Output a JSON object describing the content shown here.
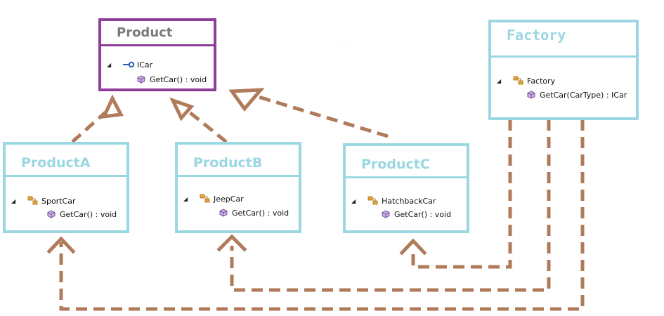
{
  "classes": {
    "product": {
      "title": "Product",
      "member": "ICar",
      "method": "GetCar() : void"
    },
    "product_a": {
      "title": "ProductA",
      "member": "SportCar",
      "method": "GetCar() : void"
    },
    "product_b": {
      "title": "ProductB",
      "member": "JeepCar",
      "method": "GetCar() : void"
    },
    "product_c": {
      "title": "ProductC",
      "member": "HatchbackCar",
      "method": "GetCar() : void"
    },
    "factory": {
      "title": "Factory",
      "member": "Factory",
      "method": "GetCar(CarType) : ICar"
    }
  },
  "icons": {
    "interface": "interface-icon",
    "class": "class-icon",
    "method": "method-icon",
    "expand": "expand-triangle-icon"
  },
  "colors": {
    "product_border": "#8e3e99",
    "class_border": "#9ad7e2",
    "connector": "#b07b5b",
    "product_title": "#7a7a7a"
  }
}
